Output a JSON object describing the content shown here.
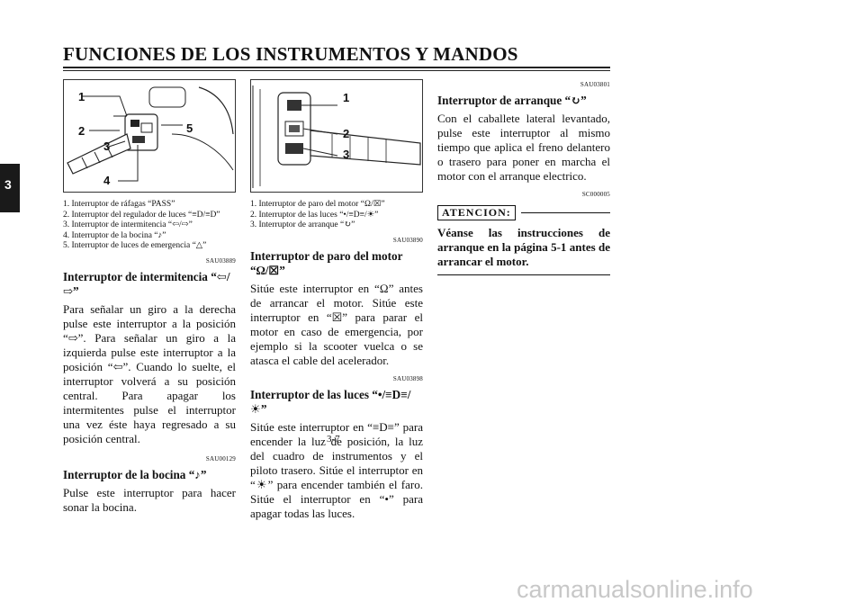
{
  "header": {
    "title": "FUNCIONES DE LOS INSTRUMENTOS Y MANDOS"
  },
  "section_tab": "3",
  "column1": {
    "figure_callouts": [
      "1",
      "2",
      "3",
      "4",
      "5"
    ],
    "caption": [
      "1. Interruptor de ráfagas “PASS”",
      "2. Interruptor del regulador de luces “≡D/≡D”",
      "3. Interruptor de intermitencia “⇦/⇨”",
      "4. Interruptor de la bocina “♪”",
      "5. Interruptor de luces de emergencia “△”"
    ],
    "code1": "SAU03889",
    "heading1": "Interruptor de intermitencia “⇦/⇨”",
    "body1": "Para señalar un giro a la derecha pulse este interruptor a la posición “⇨”. Para señalar un giro a la izquierda pulse este interruptor a la posición “⇦”. Cuando lo suelte, el interruptor volverá a su posición central. Para apagar los intermitentes pulse el interruptor una vez éste haya regresado a su posición central.",
    "code2": "SAU00129",
    "heading2": "Interruptor de la bocina “♪”",
    "body2": "Pulse este interruptor para hacer sonar la bocina."
  },
  "column2": {
    "figure_callouts": [
      "1",
      "2",
      "3"
    ],
    "caption": [
      "1. Interruptor de paro del motor “Ω/☒”",
      "2. Interruptor de las luces “•/≡D≡/☀”",
      "3. Interruptor de arranque “↻”"
    ],
    "code1": "SAU03890",
    "heading1": "Interruptor de paro del motor “Ω/☒”",
    "body1": "Sitúe este interruptor en “Ω” antes de arrancar el motor. Sitúe este interruptor en “☒” para parar el motor en caso de emergencia, por ejemplo si la scooter vuelca o se atasca el cable del acelerador.",
    "code2": "SAU03898",
    "heading2": "Interruptor de las luces “•/≡D≡/☀”",
    "body2": "Sitúe este interruptor en “≡D≡” para encender la luz de posición, la luz del cuadro de instrumentos y el piloto trasero. Sitúe el interruptor en “☀” para encender también el faro. Sitúe el interruptor en “•” para apagar todas las luces.",
    "page_number": "3-7"
  },
  "column3": {
    "code1": "SAU03801",
    "heading1": "Interruptor de arranque “↻”",
    "body1": "Con el caballete lateral levantado, pulse este interruptor al mismo tiempo que aplica el freno delantero o trasero para poner en marcha el motor con el arranque electrico.",
    "code2": "SC000005",
    "warning_label": "ATENCION:",
    "warning_text": "Véanse las instrucciones de arranque en la página 5-1 antes de arrancar el motor."
  },
  "watermark": "carmanualsonline.info"
}
